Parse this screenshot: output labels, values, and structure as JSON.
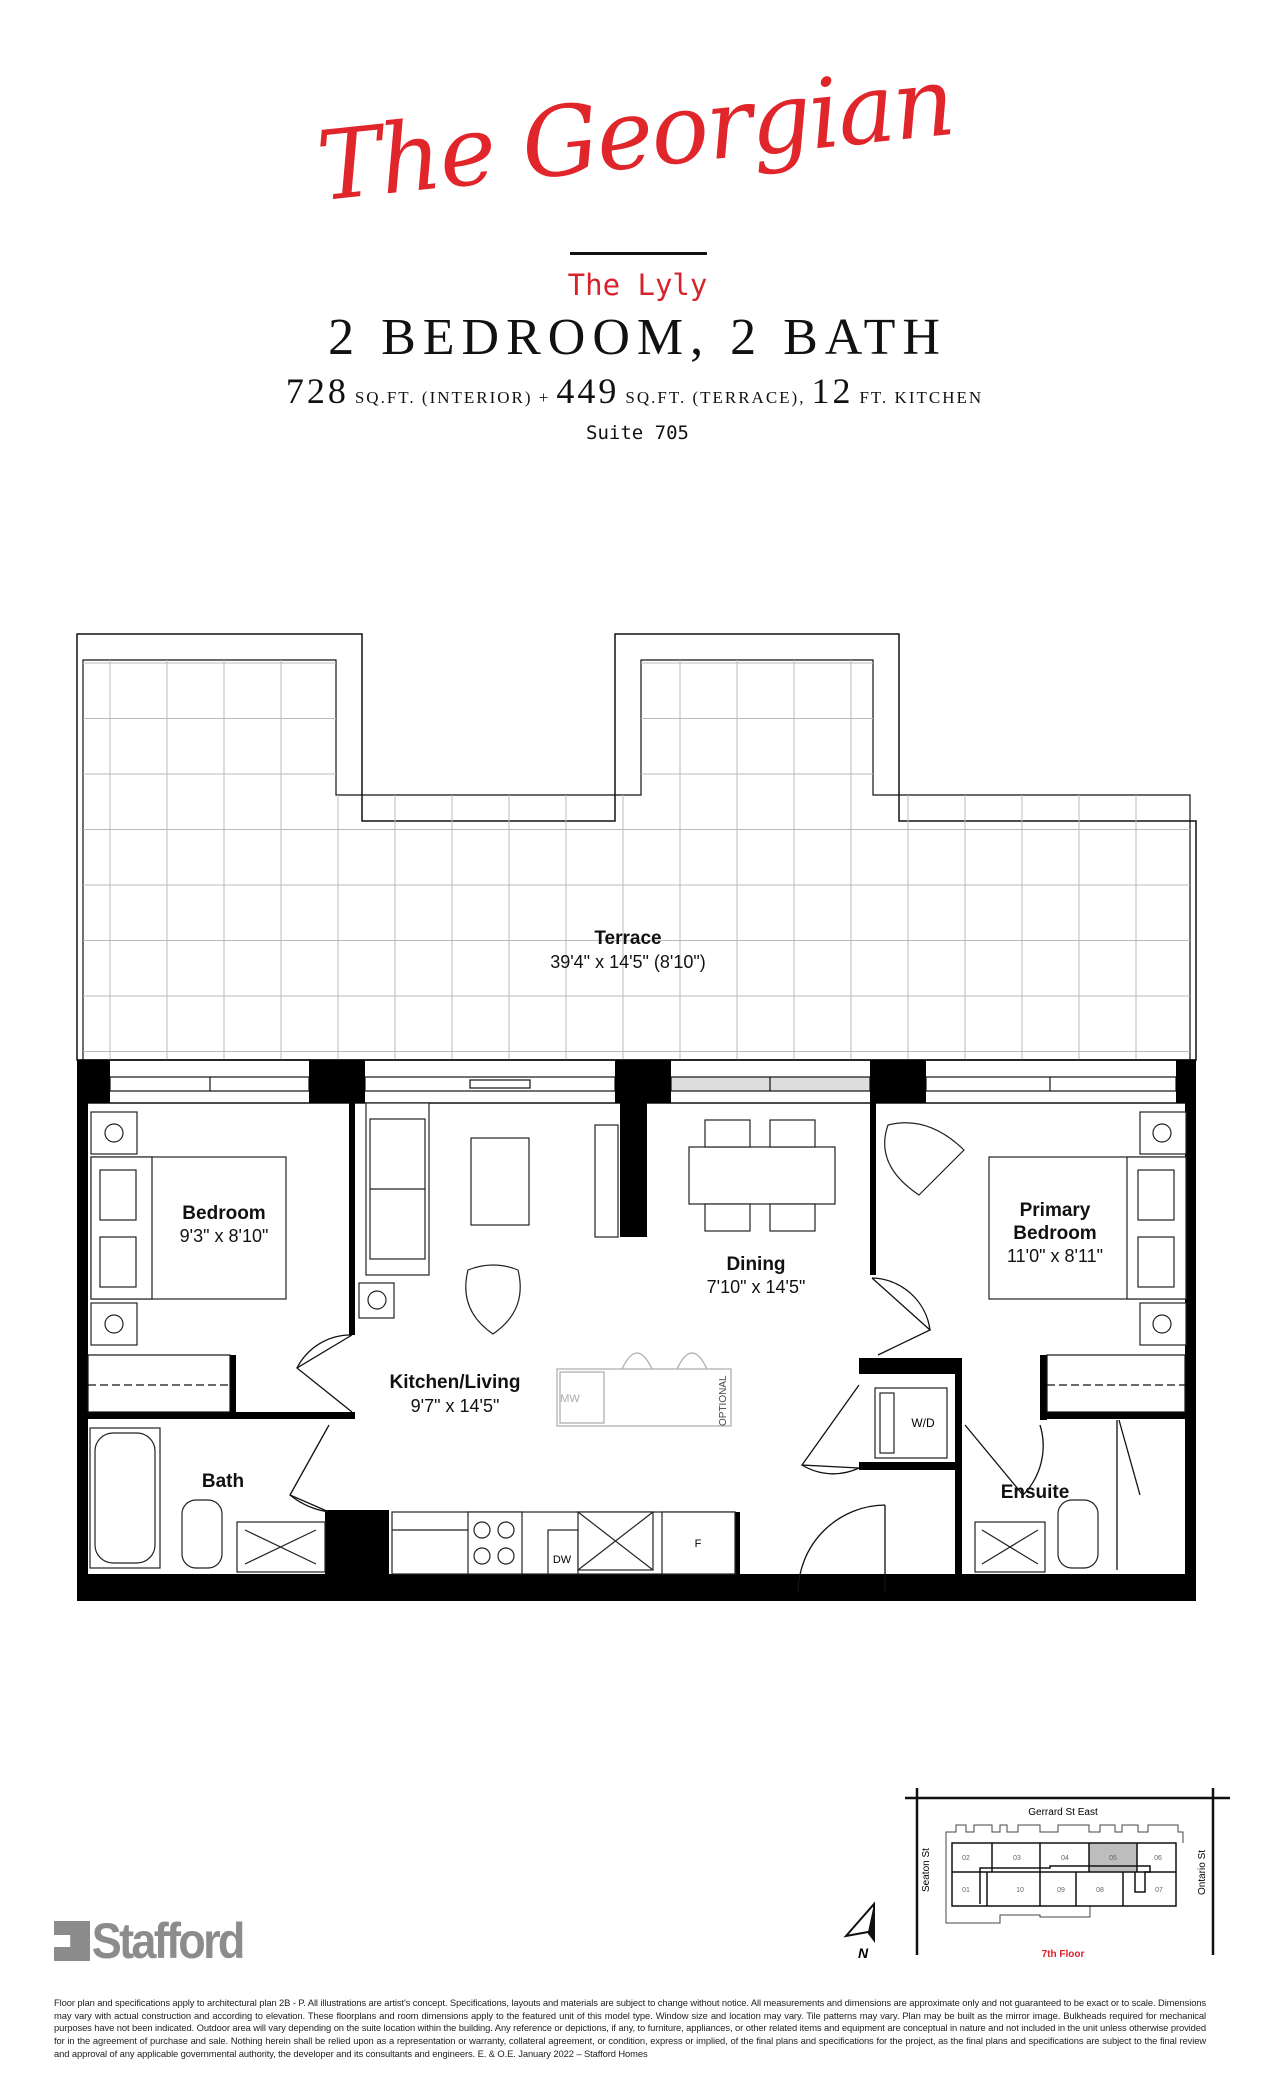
{
  "header": {
    "logo_text": "The Georgian",
    "model_name": "The Lyly",
    "unit_type": "2 BEDROOM, 2 BATH",
    "interior_sqft": "728",
    "interior_label": "SQ.FT. (INTERIOR) +",
    "terrace_sqft": "449",
    "terrace_label": "SQ.FT. (TERRACE),",
    "kitchen_ft": "12",
    "kitchen_label": "FT. KITCHEN",
    "suite": "Suite 705"
  },
  "colors": {
    "brand_red": "#e0252b",
    "wall": "#000000",
    "stafford_gray": "#8c8c8c"
  },
  "floorplan": {
    "terrace": {
      "name": "Terrace",
      "dims": "39'4\" x 14'5\" (8'10\")"
    },
    "bedroom": {
      "name": "Bedroom",
      "dims": "9'3\" x 8'10\""
    },
    "primary_bedroom": {
      "name_line1": "Primary",
      "name_line2": "Bedroom",
      "dims": "11'0\" x 8'11\""
    },
    "dining": {
      "name": "Dining",
      "dims": "7'10\" x 14'5\""
    },
    "kitchen_living": {
      "name": "Kitchen/Living",
      "dims": "9'7\" x 14'5\""
    },
    "bath": {
      "name": "Bath"
    },
    "ensuite": {
      "name": "Ensuite"
    },
    "appliances": {
      "washer_dryer": "W/D",
      "microwave": "MW",
      "dishwasher": "DW",
      "fridge": "F",
      "optional": "OPTIONAL"
    },
    "north_label": "N"
  },
  "key_plan": {
    "street_top": "Gerrard St  East",
    "street_left": "Seaton St",
    "street_right": "Ontario St",
    "floor": "7th  Floor",
    "units_top": [
      "02",
      "03",
      "04",
      "05",
      "06"
    ],
    "units_bottom": [
      "01",
      "10",
      "09",
      "08",
      "07"
    ],
    "highlighted_unit": "05"
  },
  "footer": {
    "brand": "Stafford",
    "disclaimer": "Floor plan and specifications apply to architectural plan 2B - P. All illustrations are artist's concept. Specifications, layouts and materials are subject to change without notice. All measurements and dimensions are approximate only and not guaranteed to be exact or to scale. Dimensions may vary with actual construction and according to elevation. These floorplans and room dimensions apply to the featured unit of this model type. Window size and location may vary. Tile patterns may vary. Plan may be built as the mirror image. Bulkheads required for mechanical purposes have not been indicated. Outdoor area will vary depending on the suite location within the building. Any reference or depictions, if any, to furniture, appliances, or other related items and equipment are conceptual in nature and not included in the unit unless otherwise provided for in the agreement of purchase and sale. Nothing herein shall be relied upon as a representation or warranty, collateral agreement, or condition, express or implied, of the final plans and specifications for the project, as the final plans and specifications are subject to the final review and approval of any applicable governmental authority, the developer and its consultants and engineers. E. & O.E. January 2022 – Stafford Homes"
  }
}
